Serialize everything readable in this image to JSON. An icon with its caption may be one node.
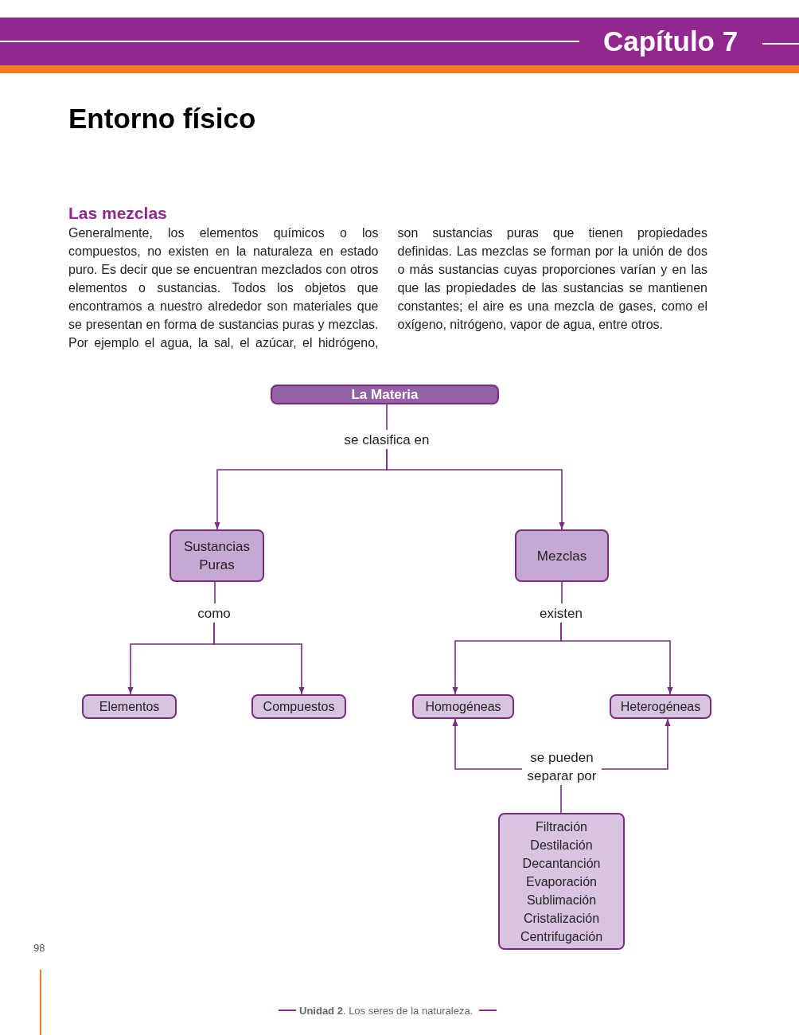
{
  "diagram": {
    "title": "Entorno físico",
    "nodes": [
      {
        "text": [
          "La Materia"
        ]
      },
      {
        "text": [
          "se clasifica en"
        ]
      },
      {
        "text": [
          "Sustancias Puras"
        ]
      },
      {
        "text": [
          "Mezclas"
        ]
      },
      {
        "text": [
          "como"
        ]
      },
      {
        "text": [
          "existen"
        ]
      },
      {
        "text": [
          "Elementos"
        ]
      },
      {
        "text": [
          "Compuestos"
        ]
      },
      {
        "text": [
          "Homogéneas"
        ]
      },
      {
        "text": [
          "Heterogéneas"
        ]
      },
      {
        "text": [
          "se pueden separar por"
        ]
      },
      {
        "text": [
          "Filtración",
          "Destilación",
          "Decantanción",
          "Evaporación",
          "Sublimación",
          "Cristalización",
          "Centrifugación"
        ]
      }
    ],
    "edges": [
      {
        "from": 0,
        "to": 1,
        "arrow": "none"
      },
      {
        "from": 1,
        "to": 2,
        "arrow": "to"
      },
      {
        "from": 1,
        "to": 3,
        "arrow": "to"
      },
      {
        "from": 2,
        "to": 4,
        "arrow": "none"
      },
      {
        "from": 3,
        "to": 5,
        "arrow": "none"
      },
      {
        "from": 4,
        "to": 6,
        "arrow": "to"
      },
      {
        "from": 4,
        "to": 7,
        "arrow": "to"
      },
      {
        "from": 5,
        "to": 8,
        "arrow": "to"
      },
      {
        "from": 5,
        "to": 9,
        "arrow": "to"
      },
      {
        "from": 11,
        "to": 10,
        "arrow": "none"
      },
      {
        "from": 10,
        "to": 8,
        "arrow": "to"
      },
      {
        "from": 10,
        "to": 9,
        "arrow": "to"
      }
    ],
    "labels": [
      "Capítulo 7",
      "Las mezclas",
      "Generalmente, los elementos químicos o los compuestos, no existen en la naturaleza en estado puro. Es decir que se encuentran mezclados con otros elementos o sustancias. Todos los objetos que encontramos a nuestro alrededor son materiales que se presentan en forma de sustancias puras y mezclas. Por ejemplo el agua, la sal, el azúcar, el hidrógeno, son sustancias puras que tienen propiedades definidas. Las mezclas se forman por la unión de dos o más sustancias cuyas proporciones varían y en las que las propiedades de las sustancias se mantienen constantes; el aire es una mezcla de gases, como el oxígeno, nitrógeno, vapor de agua, entre otros.",
      "98",
      "**Unidad 2**. Los seres de la naturaleza."
    ]
  }
}
